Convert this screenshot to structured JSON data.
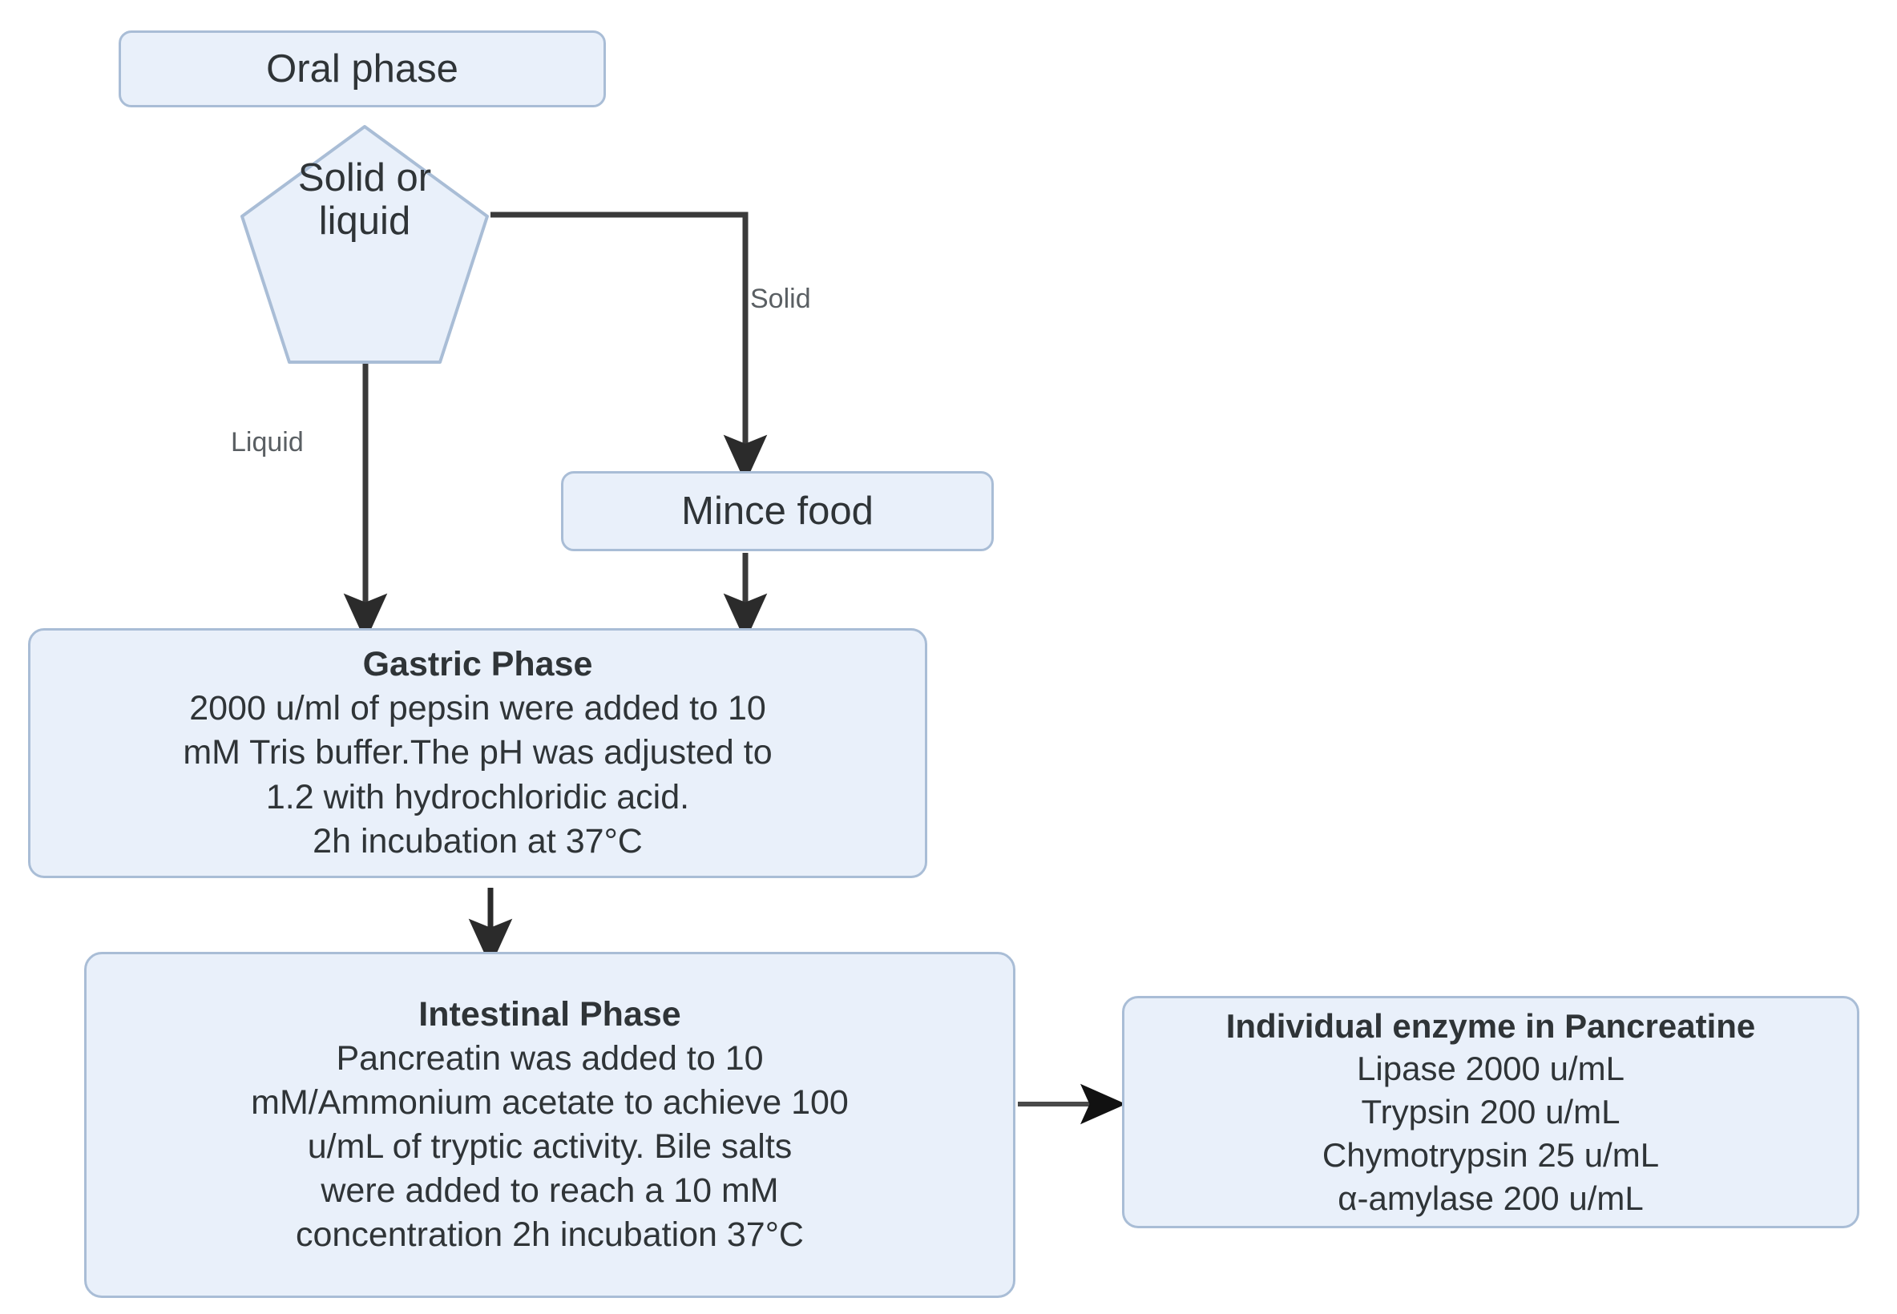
{
  "diagram": {
    "title": "In vitro static digestion protocol flowchart",
    "colors": {
      "node_fill": "#e9f0fa",
      "node_border": "#a9bdd6",
      "text": "#2f3437",
      "edge_label_text": "#5a5f63",
      "connector": "#3a3a3a",
      "background": "#ffffff"
    },
    "nodes": {
      "oral_phase": {
        "label": "Oral phase",
        "shape": "rounded-rect"
      },
      "decision": {
        "label_line1": "Solid or",
        "label_line2": "liquid",
        "shape": "pentagon"
      },
      "mince_food": {
        "label": "Mince food",
        "shape": "rounded-rect"
      },
      "gastric_phase": {
        "title": "Gastric Phase",
        "lines": [
          "2000 u/ml of pepsin were  added to 10",
          "mM Tris buffer.The pH was adjusted to",
          "1.2 with hydrochloridic acid.",
          "2h incubation at 37°C"
        ],
        "shape": "rounded-rect"
      },
      "intestinal_phase": {
        "title": "Intestinal Phase",
        "lines": [
          "Pancreatin was added to 10",
          "mM/Ammonium acetate to achieve 100",
          "u/mL of tryptic activity. Bile salts",
          "were added  to reach a 10 mM",
          "concentration 2h incubation 37°C"
        ],
        "shape": "rounded-rect"
      },
      "enzyme_panel": {
        "title": "Individual enzyme in Pancreatine",
        "lines": [
          "Lipase 2000 u/mL",
          "Trypsin 200 u/mL",
          "Chymotrypsin 25 u/mL",
          "α-amylase 200 u/mL"
        ],
        "shape": "rounded-rect"
      }
    },
    "edges": [
      {
        "from": "oral_phase",
        "to": "decision",
        "label": ""
      },
      {
        "from": "decision",
        "to": "mince_food",
        "label": "Solid"
      },
      {
        "from": "decision",
        "to": "gastric_phase",
        "label": "Liquid"
      },
      {
        "from": "mince_food",
        "to": "gastric_phase",
        "label": ""
      },
      {
        "from": "gastric_phase",
        "to": "intestinal_phase",
        "label": ""
      },
      {
        "from": "intestinal_phase",
        "to": "enzyme_panel",
        "label": ""
      }
    ],
    "edge_labels": {
      "solid": "Solid",
      "liquid": "Liquid"
    }
  }
}
